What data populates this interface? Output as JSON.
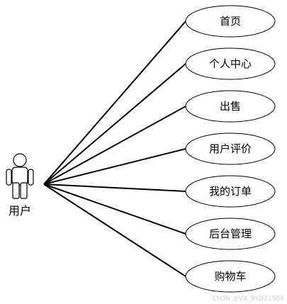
{
  "diagram": {
    "actor": {
      "label": "用户",
      "icon": "person-icon"
    },
    "use_cases": [
      {
        "id": "home",
        "label": "首页"
      },
      {
        "id": "personal-center",
        "label": "个人中心"
      },
      {
        "id": "sell",
        "label": "出售"
      },
      {
        "id": "user-review",
        "label": "用户评价"
      },
      {
        "id": "my-orders",
        "label": "我的订单"
      },
      {
        "id": "admin",
        "label": "后台管理"
      },
      {
        "id": "cart",
        "label": "购物车"
      }
    ],
    "watermark": "CSDN @VX_BYDZ1988"
  }
}
